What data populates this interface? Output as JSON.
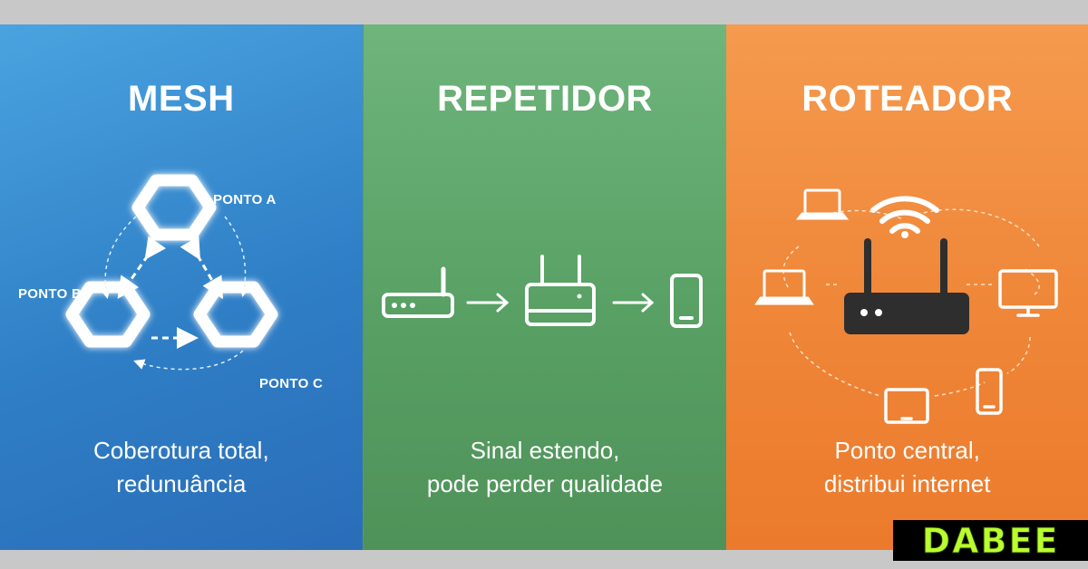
{
  "panels": {
    "mesh": {
      "title": "MESH",
      "points": {
        "a": "PONTO A",
        "b": "PONTO B",
        "c": "PONTO C"
      },
      "caption_line1": "Coberotura total,",
      "caption_line2": "redunuância",
      "color": "#3a8fd4"
    },
    "repetidor": {
      "title": "REPETIDOR",
      "caption_line1": "Sinal estendo,",
      "caption_line2": "pode perder qualidade",
      "color": "#5fa86c"
    },
    "roteador": {
      "title": "ROTEADOR",
      "caption_line1": "Ponto central,",
      "caption_line2": "distribui internet",
      "color": "#f08a3c"
    }
  },
  "logo": {
    "text": "DABEE",
    "color": "#b8ff2e"
  }
}
